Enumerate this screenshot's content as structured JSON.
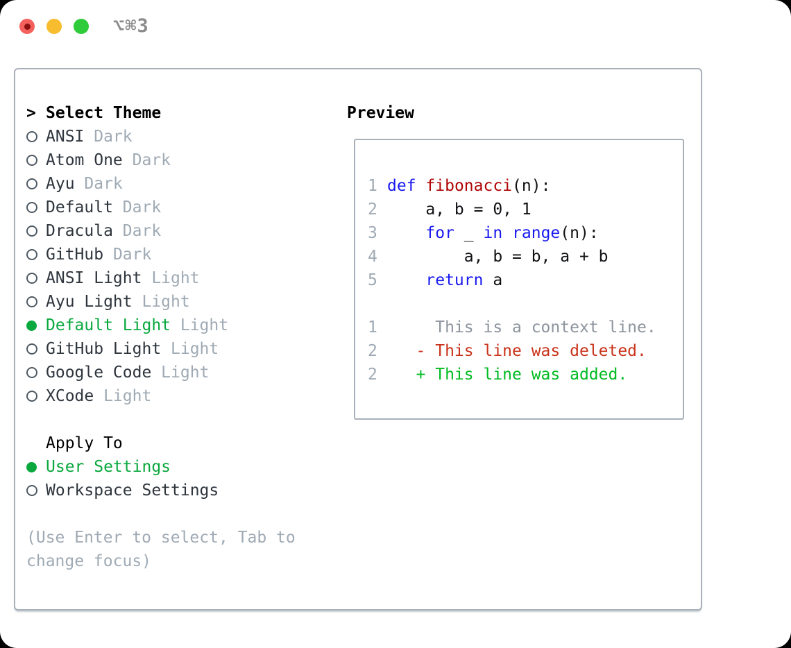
{
  "window": {
    "shortcut_label": "⌥⌘3"
  },
  "colors": {
    "accent_green": "#0aa83e",
    "muted_gray": "#9faab4",
    "text_dark": "#2e353d",
    "border_gray": "#a8b0ba",
    "keyword_blue": "#1a1af0",
    "function_red": "#b00606",
    "diff_deleted_red": "#c9331b",
    "diff_added_green": "#00bb22",
    "context_gray": "#8d949d",
    "gutter_gray": "#9faab4",
    "radio_ring_gray": "#4f5962",
    "title_gray": "#8b8b8b",
    "traffic_red": "#f4605c",
    "traffic_red_dot": "#8a0f0f",
    "traffic_yellow": "#f7bd2f",
    "traffic_green": "#2ecb3a"
  },
  "theme_picker": {
    "prompt": ">",
    "title": "Select Theme",
    "themes": [
      {
        "name": "ANSI",
        "variant": "Dark",
        "selected": false
      },
      {
        "name": "Atom One",
        "variant": "Dark",
        "selected": false
      },
      {
        "name": "Ayu",
        "variant": "Dark",
        "selected": false
      },
      {
        "name": "Default",
        "variant": "Dark",
        "selected": false
      },
      {
        "name": "Dracula",
        "variant": "Dark",
        "selected": false
      },
      {
        "name": "GitHub",
        "variant": "Dark",
        "selected": false
      },
      {
        "name": "ANSI Light",
        "variant": "Light",
        "selected": false
      },
      {
        "name": "Ayu Light",
        "variant": "Light",
        "selected": false
      },
      {
        "name": "Default Light",
        "variant": "Light",
        "selected": true
      },
      {
        "name": "GitHub Light",
        "variant": "Light",
        "selected": false
      },
      {
        "name": "Google Code",
        "variant": "Light",
        "selected": false
      },
      {
        "name": "XCode",
        "variant": "Light",
        "selected": false
      }
    ],
    "apply_to": {
      "title": "Apply To",
      "options": [
        {
          "label": "User Settings",
          "selected": true
        },
        {
          "label": "Workspace Settings",
          "selected": false
        }
      ]
    },
    "hint": "(Use Enter to select, Tab to change focus)"
  },
  "preview": {
    "title": "Preview",
    "lines": [
      {
        "num": "1",
        "kind": "code",
        "tokens": [
          [
            "def",
            "keyword"
          ],
          [
            " ",
            "plain"
          ],
          [
            "fibonacci",
            "func"
          ],
          [
            "(n):",
            "plain"
          ]
        ]
      },
      {
        "num": "2",
        "kind": "code",
        "tokens": [
          [
            "    a, b = 0, 1",
            "plain"
          ]
        ]
      },
      {
        "num": "3",
        "kind": "code",
        "tokens": [
          [
            "    ",
            "plain"
          ],
          [
            "for",
            "keyword"
          ],
          [
            " _ ",
            "plain"
          ],
          [
            "in",
            "keyword"
          ],
          [
            " ",
            "plain"
          ],
          [
            "range",
            "keyword"
          ],
          [
            "(n):",
            "plain"
          ]
        ]
      },
      {
        "num": "4",
        "kind": "code",
        "tokens": [
          [
            "        a, b = b, a + b",
            "plain"
          ]
        ]
      },
      {
        "num": "5",
        "kind": "code",
        "tokens": [
          [
            "    ",
            "plain"
          ],
          [
            "return",
            "keyword"
          ],
          [
            " a",
            "plain"
          ]
        ]
      },
      {
        "num": "",
        "kind": "blank",
        "tokens": []
      },
      {
        "num": "1",
        "kind": "diff-context",
        "tokens": [
          [
            "     This is a context line.",
            "context"
          ]
        ]
      },
      {
        "num": "2",
        "kind": "diff-deleted",
        "tokens": [
          [
            "   - This line was deleted.",
            "deleted"
          ]
        ]
      },
      {
        "num": "2",
        "kind": "diff-added",
        "tokens": [
          [
            "   + This line was added.",
            "added"
          ]
        ]
      }
    ]
  }
}
